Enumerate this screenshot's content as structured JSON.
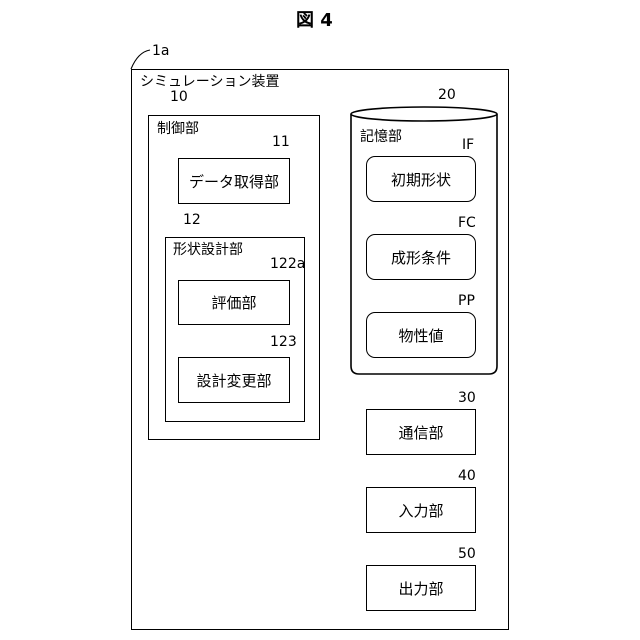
{
  "figure_title": "図 4",
  "device": {
    "ref": "1a",
    "label": "シミュレーション装置"
  },
  "control": {
    "ref": "10",
    "label": "制御部"
  },
  "data_acquisition": {
    "ref": "11",
    "label": "データ取得部"
  },
  "shape_design": {
    "ref": "12",
    "label": "形状設計部"
  },
  "evaluation": {
    "ref": "122a",
    "label": "評価部"
  },
  "design_change": {
    "ref": "123",
    "label": "設計変更部"
  },
  "storage": {
    "ref": "20",
    "label": "記憶部",
    "items": [
      {
        "ref": "IF",
        "label": "初期形状"
      },
      {
        "ref": "FC",
        "label": "成形条件"
      },
      {
        "ref": "PP",
        "label": "物性値"
      }
    ]
  },
  "communication": {
    "ref": "30",
    "label": "通信部"
  },
  "input": {
    "ref": "40",
    "label": "入力部"
  },
  "output": {
    "ref": "50",
    "label": "出力部"
  }
}
